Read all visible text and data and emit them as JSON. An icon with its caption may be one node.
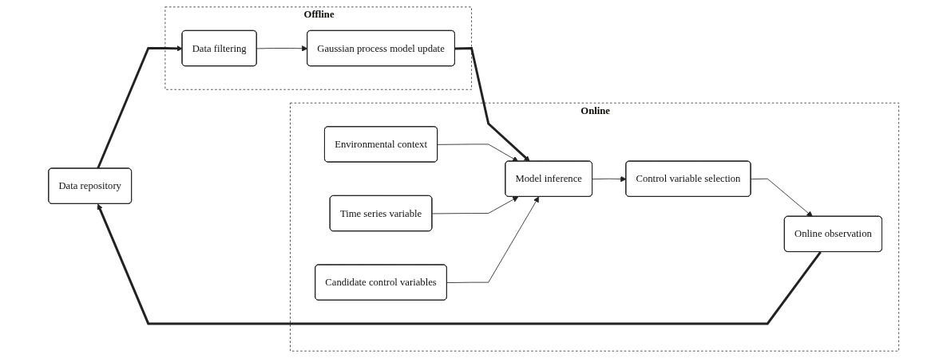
{
  "diagram": {
    "nodes": [
      {
        "text": [
          "Data repository"
        ]
      },
      {
        "text": [
          "Offline"
        ]
      },
      {
        "text": [
          "Data filtering"
        ],
        "in": 1
      },
      {
        "text": [
          "Gaussian process model update"
        ],
        "in": 1
      },
      {
        "text": [
          "Online"
        ]
      },
      {
        "text": [
          "Environmental context"
        ],
        "in": 4
      },
      {
        "text": [
          "Time series variable"
        ],
        "in": 4
      },
      {
        "text": [
          "Candidate control variables"
        ],
        "in": 4
      },
      {
        "text": [
          "Model inference"
        ],
        "in": 4
      },
      {
        "text": [
          "Control variable selection"
        ],
        "in": 4
      },
      {
        "text": [
          "Online observation"
        ],
        "in": 4
      }
    ],
    "edges": [
      {
        "from": 0,
        "to": 2,
        "arrow": "to",
        "style": "thick"
      },
      {
        "from": 2,
        "to": 3,
        "arrow": "to"
      },
      {
        "from": 3,
        "to": 8,
        "arrow": "to",
        "style": "thick"
      },
      {
        "from": 5,
        "to": 8,
        "arrow": "to"
      },
      {
        "from": 6,
        "to": 8,
        "arrow": "to"
      },
      {
        "from": 7,
        "to": 8,
        "arrow": "to"
      },
      {
        "from": 8,
        "to": 9,
        "arrow": "to"
      },
      {
        "from": 9,
        "to": 10,
        "arrow": "to"
      },
      {
        "from": 10,
        "to": 0,
        "arrow": "to",
        "style": "thick"
      }
    ]
  }
}
